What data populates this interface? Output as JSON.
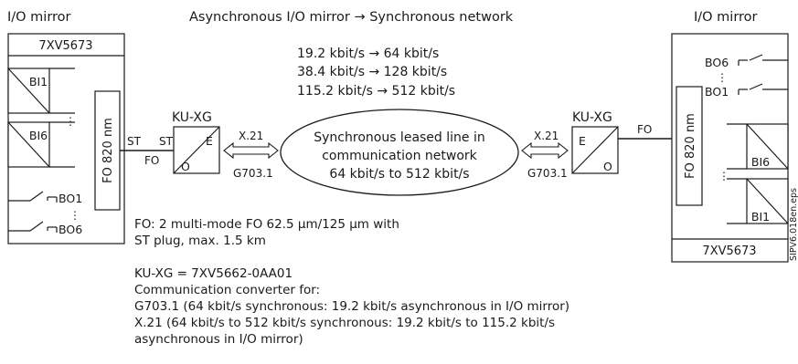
{
  "header": {
    "left_title": "I/O mirror",
    "center_title": "Asynchronous I/O mirror → Synchronous network",
    "right_title": "I/O mirror"
  },
  "rates": [
    "19.2 kbit/s → 64 kbit/s",
    "38.4 kbit/s → 128 kbit/s",
    "115.2 kbit/s → 512 kbit/s"
  ],
  "left_device": {
    "model": "7XV5673",
    "module": "FO 820 nm",
    "binary_inputs": [
      "BI1",
      "BI6"
    ],
    "binary_outputs": [
      "BO1",
      "BO6"
    ],
    "dots": "⋮"
  },
  "right_device": {
    "model": "7XV5673",
    "module": "FO 820 nm",
    "binary_inputs": [
      "BI6",
      "BI1"
    ],
    "binary_outputs": [
      "BO6",
      "BO1"
    ],
    "dots": "⋮"
  },
  "left_link": {
    "st_a": "ST",
    "st_b": "ST",
    "fo": "FO"
  },
  "right_link": {
    "fo": "FO"
  },
  "left_converter": {
    "name": "KU-XG",
    "e": "E",
    "o": "O",
    "x21": "X.21",
    "g703": "G703.1"
  },
  "right_converter": {
    "name": "KU-XG",
    "e": "E",
    "o": "O",
    "x21": "X.21",
    "g703": "G703.1"
  },
  "network": [
    "Synchronous leased line in",
    "communication network",
    "64 kbit/s to 512 kbit/s"
  ],
  "fo_note": [
    "FO: 2 multi-mode FO 62.5 µm/125 µm with",
    "ST plug, max. 1.5 km"
  ],
  "ku_note": [
    "KU-XG = 7XV5662-0AA01",
    "Communication converter for:",
    "G703.1 (64 kbit/s synchronous: 19.2 kbit/s asynchronous in I/O mirror)",
    "X.21 (64 kbit/s to 512 kbit/s synchronous: 19.2 kbit/s to 115.2 kbit/s",
    "asynchronous in I/O mirror)"
  ],
  "figure_id": "SIPV6.018en.eps"
}
